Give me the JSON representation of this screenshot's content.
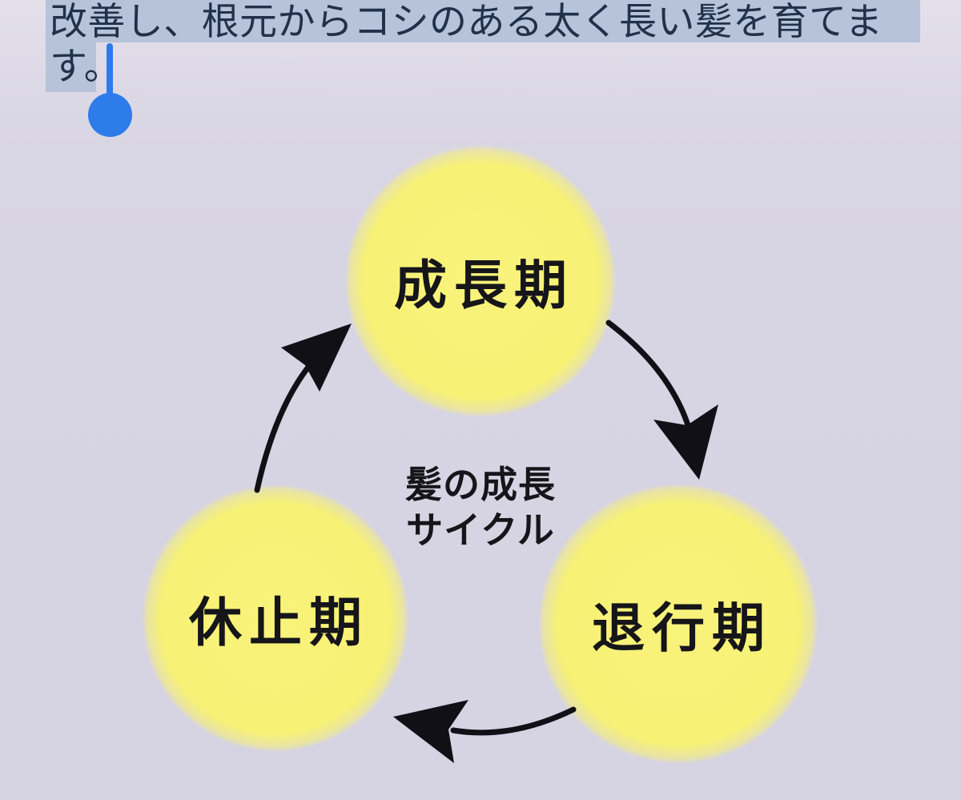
{
  "colors": {
    "background": "#d8d5e3",
    "selection_highlight": "#b6c3d9",
    "selection_handle_blue": "#2e7bea",
    "node_yellow": "#f7f175",
    "body_text": "#22304a",
    "diagram_text": "#15151a",
    "arrow_black": "#101016"
  },
  "document": {
    "selected_sentence": "改善し、根元からコシのある太く長い髪を育てます。",
    "selection_lines": [
      "改善し、根元からコシのある太く長い髪を育てま",
      "す。"
    ]
  },
  "diagram": {
    "title_lines": [
      "髪の成長",
      "サイクル"
    ],
    "nodes": [
      {
        "id": "growth",
        "label": "成長期"
      },
      {
        "id": "catagen",
        "label": "退行期"
      },
      {
        "id": "telogen",
        "label": "休止期"
      }
    ],
    "arrows": [
      {
        "from": "成長期",
        "to": "退行期"
      },
      {
        "from": "退行期",
        "to": "休止期"
      },
      {
        "from": "休止期",
        "to": "成長期"
      }
    ]
  }
}
